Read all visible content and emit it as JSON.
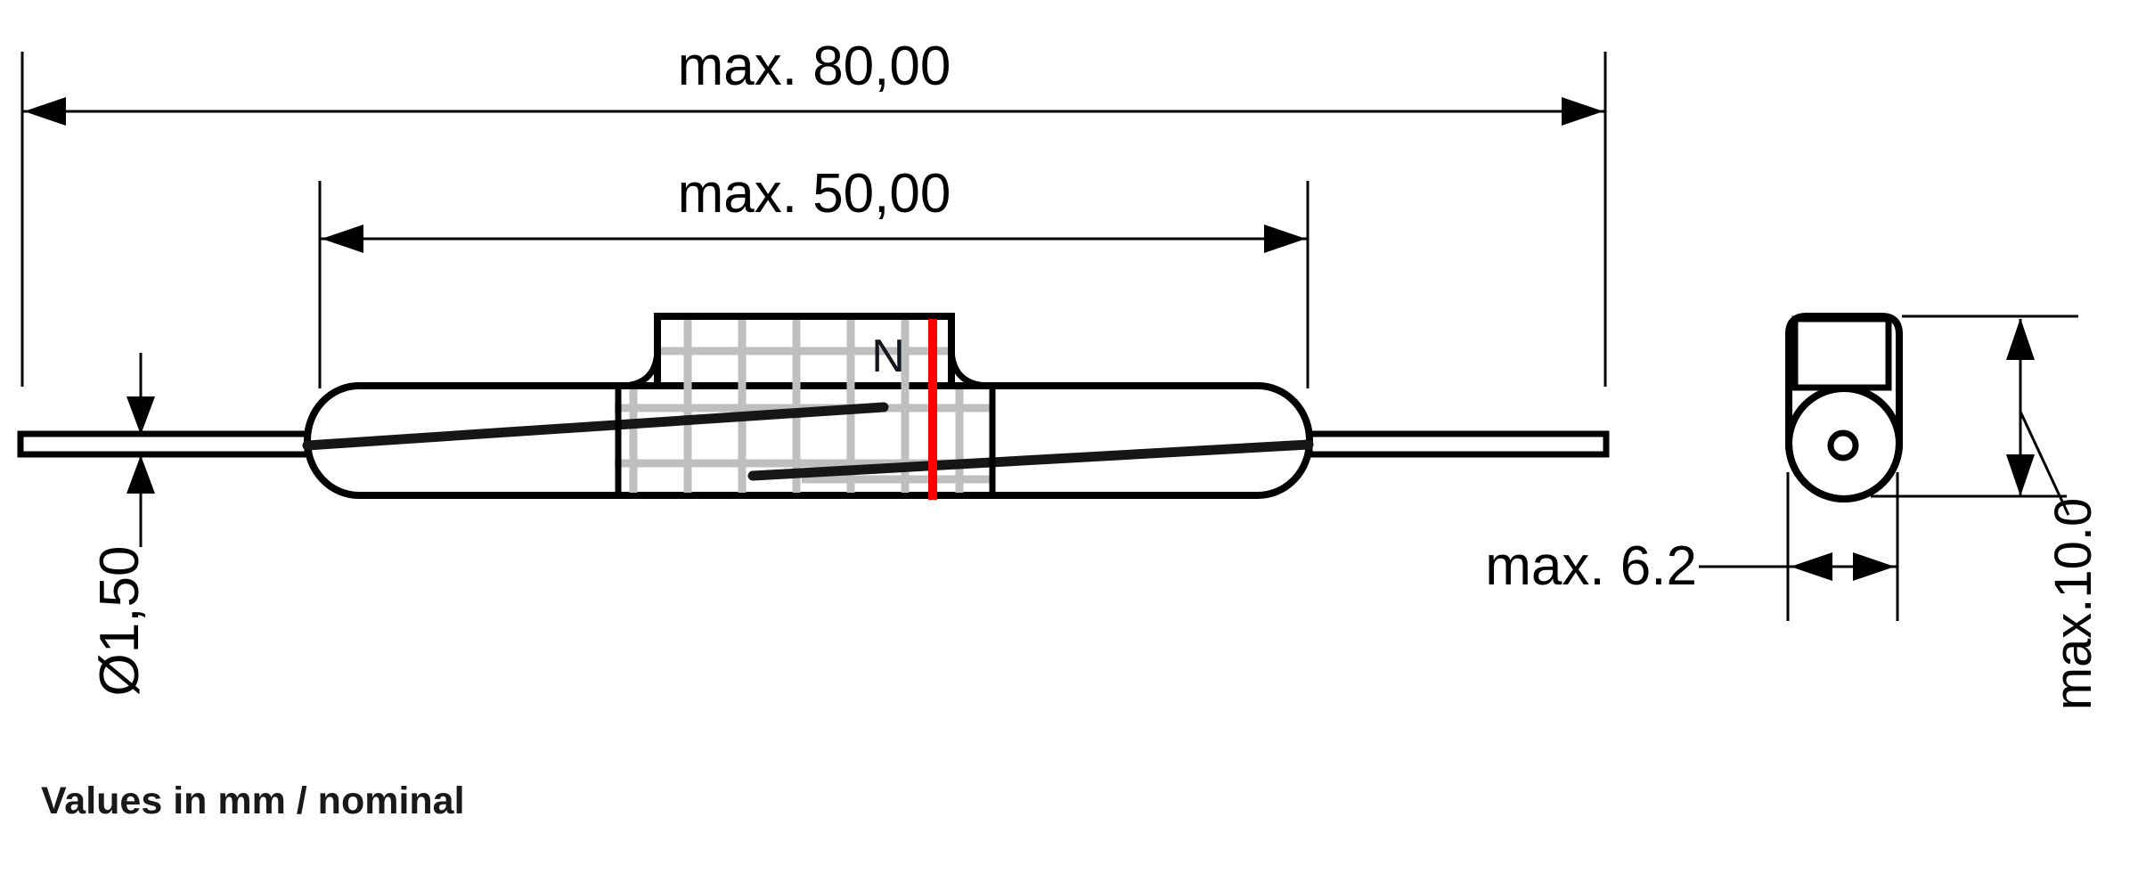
{
  "drawing": {
    "note": "Values in mm / nominal",
    "dimensions": {
      "overall_length": "max. 80,00",
      "glass_length": "max. 50,00",
      "lead_diameter": "Ø1,50",
      "body_width": "max. 6.2",
      "body_height": "max.10.0"
    },
    "labels": {
      "polarity": "N"
    },
    "colors": {
      "outline": "#000000",
      "winding_grid": "#bfbfbf",
      "marker_red": "#ff0000",
      "note_text": "#191919"
    }
  }
}
